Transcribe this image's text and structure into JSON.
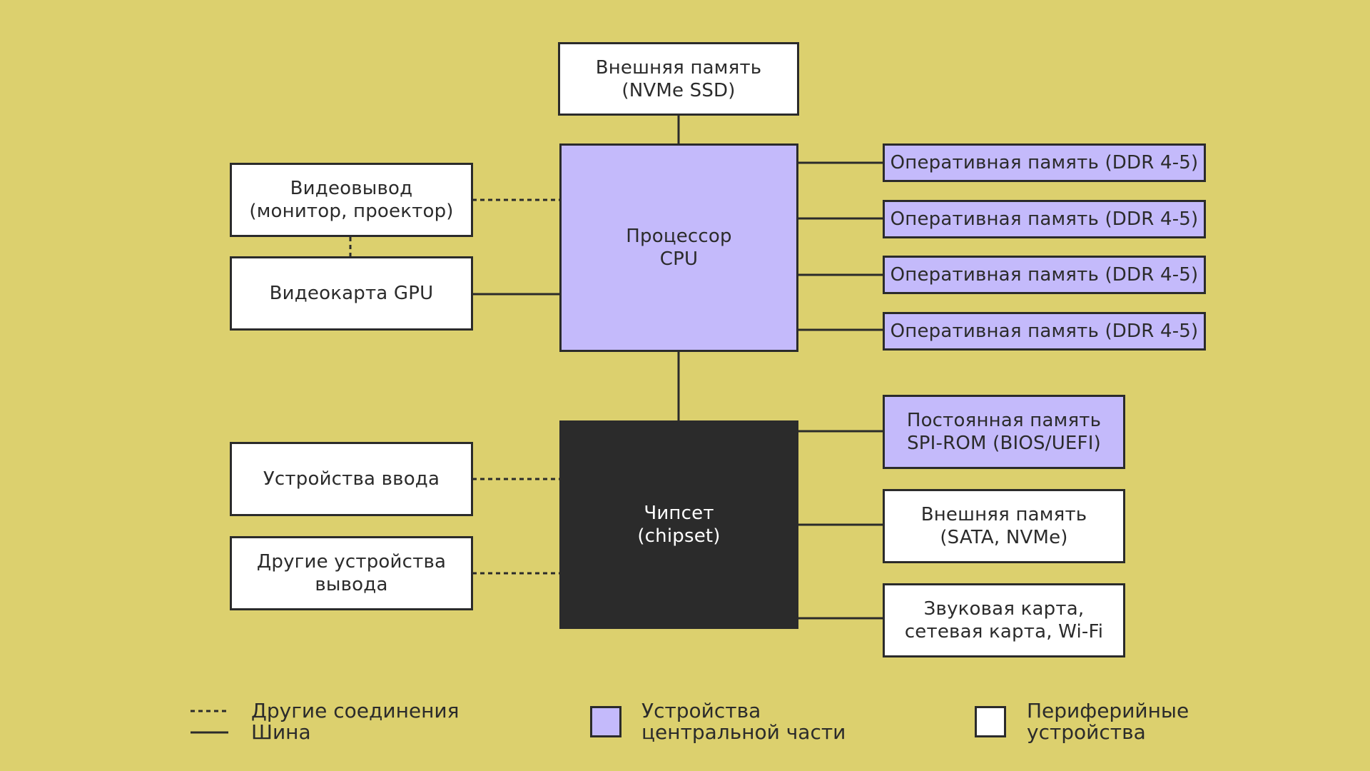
{
  "colors": {
    "background": "#dcd06e",
    "central": "#c4bafb",
    "peripheral": "#ffffff",
    "chipset": "#2b2b2b",
    "line": "#2b2b2b"
  },
  "nodes": {
    "nvme_top": "Внешняя память\n(NVMe SSD)",
    "cpu": "Процессор\nCPU",
    "ram1": "Оперативная память (DDR 4-5)",
    "ram2": "Оперативная память (DDR 4-5)",
    "ram3": "Оперативная память (DDR 4-5)",
    "ram4": "Оперативная память (DDR 4-5)",
    "video_out": "Видеовывод\n(монитор, проектор)",
    "gpu": "Видеокарта GPU",
    "chipset": "Чипсет\n(chipset)",
    "rom": "Постоянная память\nSPI-ROM (BIOS/UEFI)",
    "ext_storage": "Внешняя память\n(SATA, NVMe)",
    "sound_net": "Звуковая карта,\nсетевая карта, Wi-Fi",
    "input": "Устройства ввода",
    "other_output": "Другие устройства\nвывода"
  },
  "legend": {
    "lines_label": "Другие соединения\nШина",
    "central_label": "Устройства\nцентральной части",
    "peripheral_label": "Периферийные\nустройства"
  }
}
